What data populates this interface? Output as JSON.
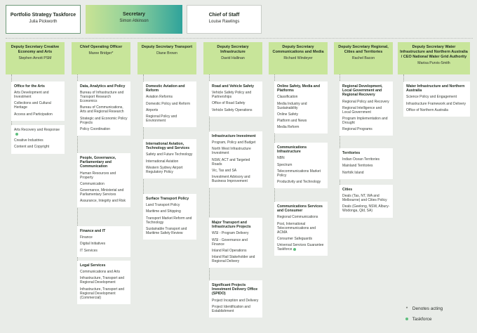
{
  "top_boxes": {
    "taskforce": {
      "title": "Portfolio Strategy Taskforce",
      "name": "Julia Pickworth"
    },
    "secretary": {
      "title": "Secretary",
      "name": "Simon Atkinson"
    },
    "chief_of_staff": {
      "title": "Chief of Staff",
      "name": "Louise Rawlings"
    }
  },
  "columns": [
    {
      "title": "Deputy Secretary Creative Economy and Arts",
      "name": "Stephen Arnott PSM",
      "groups": [
        {
          "heading": "Office for the Arts",
          "items": [
            {
              "text": "Arts Development and Investment"
            },
            {
              "text": "Collections and Cultural Heritage"
            },
            {
              "text": "Access and Participation"
            }
          ]
        },
        {
          "heading": "",
          "items": [
            {
              "text": "Arts Recovery and Response",
              "taskforce": true
            },
            {
              "text": "Creative Industries"
            },
            {
              "text": "Content and Copyright"
            }
          ]
        }
      ]
    },
    {
      "title": "Chief Operating Officer",
      "name": "Maree Bridger*",
      "groups": [
        {
          "heading": "Data, Analytics and Policy",
          "items": [
            {
              "text": "Bureau of Infrastructure and Transport Research Economics"
            },
            {
              "text": "Bureau of Communications, Arts and Regional Research"
            },
            {
              "text": "Strategic and Economic Policy Projects"
            },
            {
              "text": "Policy Coordination"
            }
          ]
        },
        {
          "heading": "People, Governance, Parliamentary and Communication",
          "items": [
            {
              "text": "Human Resources and Property"
            },
            {
              "text": "Communication"
            },
            {
              "text": "Governance, Ministerial and Parliamentary Services"
            },
            {
              "text": "Assurance, Integrity and Risk"
            }
          ]
        },
        {
          "heading": "Finance and IT",
          "items": [
            {
              "text": "Finance"
            },
            {
              "text": "Digital Initiatives"
            },
            {
              "text": "IT Services"
            }
          ]
        },
        {
          "heading": "Legal Services",
          "items": [
            {
              "text": "Communications and Arts"
            },
            {
              "text": "Infrastructure, Transport and Regional Development"
            },
            {
              "text": "Infrastructure, Transport and Regional Development (Commercial)"
            }
          ]
        }
      ]
    },
    {
      "title": "Deputy Secretary Transport",
      "name": "Diane Brown",
      "groups": [
        {
          "heading": "Domestic Aviation and Reform",
          "items": [
            {
              "text": "Aviation Reforms"
            },
            {
              "text": "Domestic Policy and Reform"
            },
            {
              "text": "Airports"
            },
            {
              "text": "Regional Policy and Environment"
            }
          ]
        },
        {
          "heading": "International Aviation, Technology and Services",
          "items": [
            {
              "text": "Safety and Future Technology"
            },
            {
              "text": "International Aviation"
            },
            {
              "text": "Western Sydney Airport Regulatory Policy"
            }
          ]
        },
        {
          "heading": "Surface Transport Policy",
          "items": [
            {
              "text": "Land Transport Policy"
            },
            {
              "text": "Maritime and Shipping"
            },
            {
              "text": "Transport Market Reform and Technology"
            },
            {
              "text": "Sustainable Transport and Maritime Safety Review"
            }
          ]
        }
      ]
    },
    {
      "title": "Deputy Secretary Infrastructure",
      "name": "David Hallinan",
      "groups": [
        {
          "heading": "Road and Vehicle Safety",
          "items": [
            {
              "text": "Vehicle Safety Policy and Partnerships"
            },
            {
              "text": "Office of Road Safety"
            },
            {
              "text": "Vehicle Safety Operations"
            }
          ]
        },
        {
          "heading": "Infrastructure Investment",
          "items": [
            {
              "text": "Program, Policy and Budget"
            },
            {
              "text": "North West Infrastructure Investment"
            },
            {
              "text": "NSW, ACT and Targeted Roads"
            },
            {
              "text": "Vic, Tas and SA"
            },
            {
              "text": "Investment Advisory and Business Improvement"
            }
          ]
        },
        {
          "heading": "Major Transport and Infrastructure Projects",
          "items": [
            {
              "text": "WSI - Program Delivery"
            },
            {
              "text": "WSI - Governance and Finance"
            },
            {
              "text": "Inland Rail Operations"
            },
            {
              "text": "Inland Rail Stakeholder and Regional Delivery"
            }
          ]
        },
        {
          "heading": "Significant Projects Investment Delivery Office (SPIDO)",
          "items": [
            {
              "text": "Project Inception and Delivery"
            },
            {
              "text": "Project Identification and Establishment"
            }
          ]
        }
      ]
    },
    {
      "title": "Deputy Secretary Communications and Media",
      "name": "Richard Windeyer",
      "groups": [
        {
          "heading": "Online Safety, Media and Platforms",
          "items": [
            {
              "text": "Classification"
            },
            {
              "text": "Media Industry and Sustainability"
            },
            {
              "text": "Online Safety"
            },
            {
              "text": "Platform and News"
            },
            {
              "text": "Media Reform"
            }
          ]
        },
        {
          "heading": "Communications Infrastructure",
          "items": [
            {
              "text": "NBN"
            },
            {
              "text": "Spectrum"
            },
            {
              "text": "Telecommunications Market Policy"
            },
            {
              "text": "Productivity and Technology"
            }
          ]
        },
        {
          "heading": "Communications Services and Consumer",
          "items": [
            {
              "text": "Regional Communications"
            },
            {
              "text": "Post, International Telecommunications and ACMA"
            },
            {
              "text": "Consumer Safeguards"
            },
            {
              "text": "Universal Services Guarantee Taskforce",
              "taskforce": true
            }
          ]
        }
      ]
    },
    {
      "title": "Deputy Secretary Regional, Cities and Territories",
      "name": "Rachel Bacon",
      "groups": [
        {
          "heading": "Regional Development, Local Government and Regional Recovery",
          "items": [
            {
              "text": "Regional Policy and Recovery"
            },
            {
              "text": "Regional Intelligence and Local Government"
            },
            {
              "text": "Program Implementation and Drought"
            },
            {
              "text": "Regional Programs"
            }
          ]
        },
        {
          "heading": "Territories",
          "items": [
            {
              "text": "Indian Ocean Territories"
            },
            {
              "text": "Mainland Territories"
            },
            {
              "text": "Norfolk Island"
            }
          ]
        },
        {
          "heading": "Cities",
          "items": [
            {
              "text": "Deals (Tas, NT, WA and Melbourne) and Cities Policy"
            },
            {
              "text": "Deals (Geelong, NSW, Albury-Wodonga, Qld, SA)"
            }
          ]
        }
      ]
    },
    {
      "title": "Deputy Secretary Water Infrastructure and Northern Australia / CEO National Water Grid Authority",
      "name": "Marisa Purvis-Smith",
      "groups": [
        {
          "heading": "Water Infrastructure and Northern Australia",
          "items": [
            {
              "text": "Science Policy and Engagement"
            },
            {
              "text": "Infrastructure Framework and Delivery"
            },
            {
              "text": "Office of Northern Australia"
            }
          ]
        }
      ]
    }
  ],
  "legend": {
    "acting_symbol": "*",
    "acting_label": "Denotes acting",
    "taskforce_label": "Taskforce"
  },
  "colors": {
    "deputy_header": "#c8e59a",
    "taskforce_dot": "#5fbf7e",
    "secretary_gradient_start": "#c9e394",
    "secretary_gradient_end": "#2fa39b"
  }
}
